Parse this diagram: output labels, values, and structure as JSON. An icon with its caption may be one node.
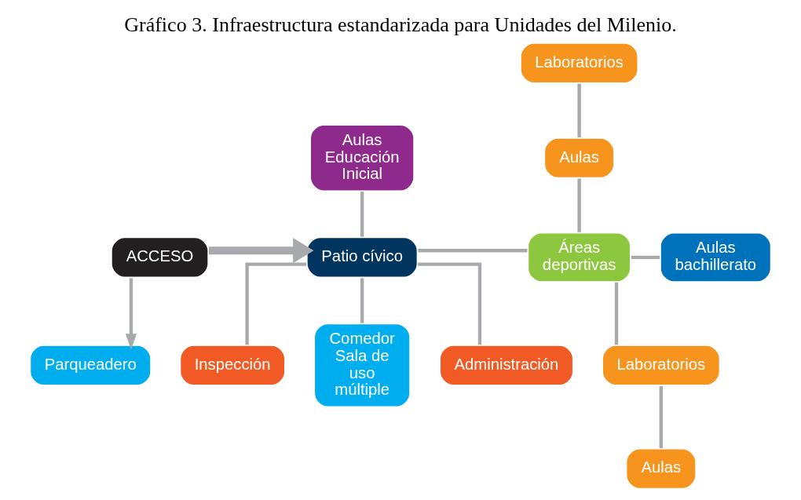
{
  "diagram": {
    "title": "Gráfico 3. Infraestructura estandarizada para Unidades del Milenio.",
    "nodes": [
      {
        "text": [
          "Aulas Educación Inicial"
        ]
      },
      {
        "text": [
          "Laboratorios"
        ]
      },
      {
        "text": [
          "Aulas"
        ]
      },
      {
        "text": [
          "ACCESO"
        ]
      },
      {
        "text": [
          "Patio cívico"
        ]
      },
      {
        "text": [
          "Áreas deportivas"
        ]
      },
      {
        "text": [
          "Aulas bachillerato"
        ]
      },
      {
        "text": [
          "Parqueadero"
        ]
      },
      {
        "text": [
          "Comedor Sala de uso múltiple"
        ]
      },
      {
        "text": [
          "Administración"
        ]
      },
      {
        "text": [
          "Inspección"
        ]
      },
      {
        "text": [
          "Laboratorios"
        ]
      },
      {
        "text": [
          "Aulas"
        ]
      }
    ],
    "edges": [
      {
        "from": 3,
        "to": 4,
        "arrow": "to",
        "style": "thick"
      },
      {
        "from": 3,
        "to": 7,
        "arrow": "to"
      },
      {
        "from": 0,
        "to": 4,
        "arrow": "none"
      },
      {
        "from": 4,
        "to": 8,
        "arrow": "none"
      },
      {
        "from": 4,
        "to": 9,
        "arrow": "none"
      },
      {
        "from": 4,
        "to": 10,
        "arrow": "none"
      },
      {
        "from": 4,
        "to": 5,
        "arrow": "none"
      },
      {
        "from": 1,
        "to": 2,
        "arrow": "none"
      },
      {
        "from": 2,
        "to": 5,
        "arrow": "none"
      },
      {
        "from": 5,
        "to": 6,
        "arrow": "none"
      },
      {
        "from": 5,
        "to": 11,
        "arrow": "none"
      },
      {
        "from": 11,
        "to": 12,
        "arrow": "none"
      }
    ]
  }
}
